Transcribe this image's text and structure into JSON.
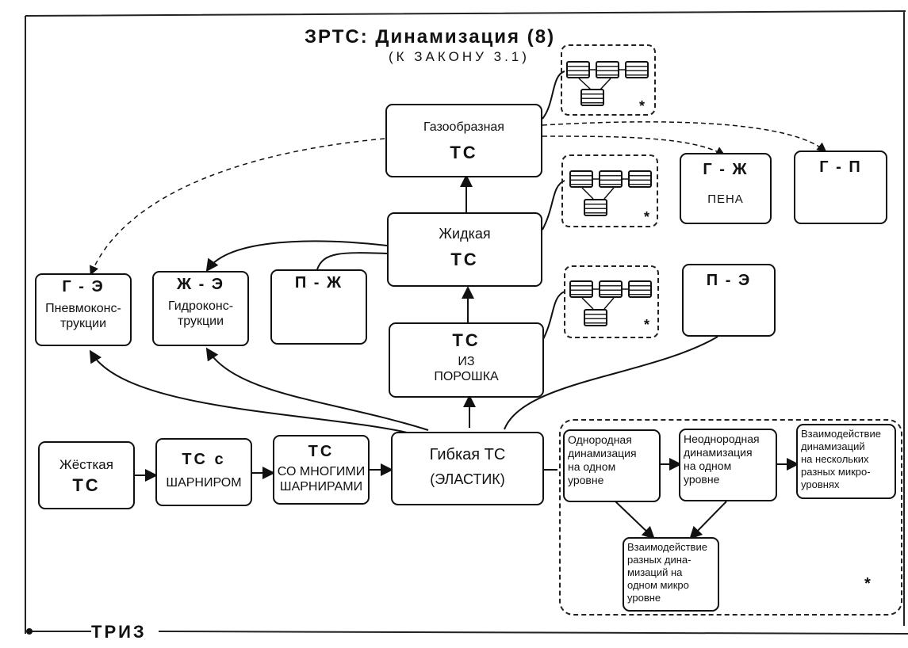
{
  "header": {
    "title": "ЗРТС: Динамизация (8)",
    "subtitle": "(К ЗАКОНУ 3.1)"
  },
  "nodes": {
    "gas": {
      "line1": "Газообразная",
      "line2": "ТС"
    },
    "liquid": {
      "line1": "Жидкая",
      "line2": "ТС"
    },
    "powder": {
      "line1": "ТС",
      "line2": "ИЗ",
      "line3": "ПОРОШКА"
    },
    "flexible": {
      "line1": "Гибкая ТС",
      "line2": "(ЭЛАСТИК)"
    },
    "rigid": {
      "line1": "Жёсткая",
      "line2": "ТС"
    },
    "hinge": {
      "line1": "ТС с",
      "line2": "ШАРНИРОМ"
    },
    "hinges": {
      "line1": "ТС",
      "line2": "СО МНОГИМИ",
      "line3": "ШАРНИРАМИ"
    },
    "ge": {
      "code": "Г - Э",
      "line1": "Пневмоконс-",
      "line2": "трукции"
    },
    "zhe": {
      "code": "Ж - Э",
      "line1": "Гидроконс-",
      "line2": "трукции"
    },
    "pzh": {
      "code": "П - Ж"
    },
    "gzh": {
      "code": "Г - Ж",
      "line1": "ПЕНА"
    },
    "gp": {
      "code": "Г - П"
    },
    "pe": {
      "code": "П - Э"
    },
    "homog": {
      "l1": "Однородная",
      "l2": "динамизация",
      "l3": "на одном",
      "l4": "уровне"
    },
    "heterog": {
      "l1": "Неоднородная",
      "l2": "динамизация",
      "l3": "на одном",
      "l4": "уровне"
    },
    "multi": {
      "l1": "Взаимодействие",
      "l2": "динамизаций",
      "l3": "на нескольких",
      "l4": "разных микро-",
      "l5": "уровнях"
    },
    "interact": {
      "l1": "Взаимодействие",
      "l2": "разных дина-",
      "l3": "мизаций на",
      "l4": "одном микро",
      "l5": "уровне"
    }
  },
  "stars": [
    "*",
    "*",
    "*",
    "*"
  ],
  "footer": {
    "label": "ТРИЗ"
  }
}
